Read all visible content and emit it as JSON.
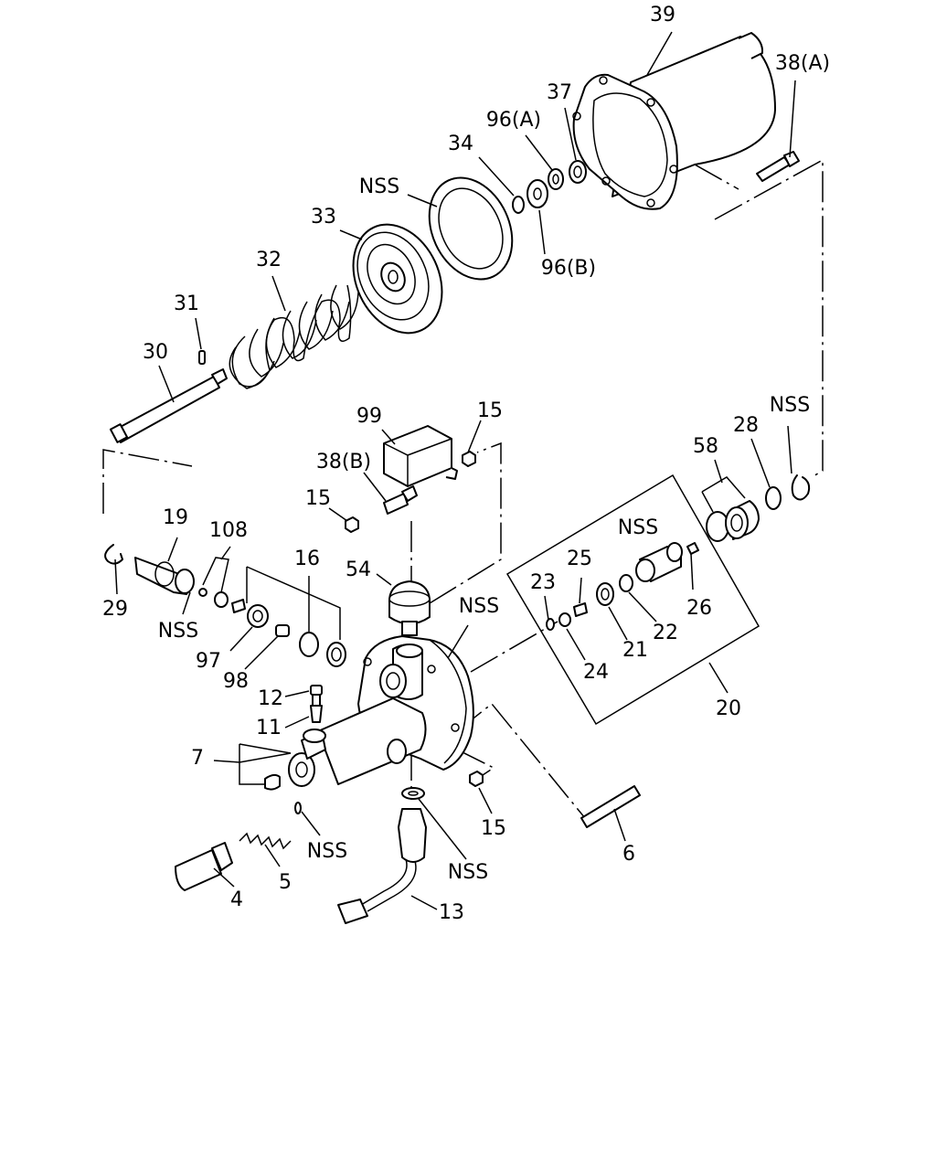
{
  "labels": {
    "p39": "39",
    "p38a": "38(A)",
    "p37": "37",
    "p96a": "96(A)",
    "p34": "34",
    "nss_ring": "NSS",
    "p33": "33",
    "p96b": "96(B)",
    "p32": "32",
    "p31": "31",
    "p30": "30",
    "p99": "99",
    "p15a": "15",
    "p38b": "38(B)",
    "p15b": "15",
    "nss_clip": "NSS",
    "p28": "28",
    "p58": "58",
    "p19": "19",
    "p108": "108",
    "p29": "29",
    "nss_19": "NSS",
    "p16": "16",
    "p54": "54",
    "nss_20": "NSS",
    "p25": "25",
    "p23": "23",
    "p26": "26",
    "nss_housing": "NSS",
    "p97": "97",
    "p98": "98",
    "p22": "22",
    "p21": "21",
    "p24": "24",
    "p12": "12",
    "p11": "11",
    "p20": "20",
    "p7": "7",
    "p15c": "15",
    "nss_5": "NSS",
    "nss_13": "NSS",
    "p6": "6",
    "p5": "5",
    "p4": "4",
    "p13": "13"
  }
}
